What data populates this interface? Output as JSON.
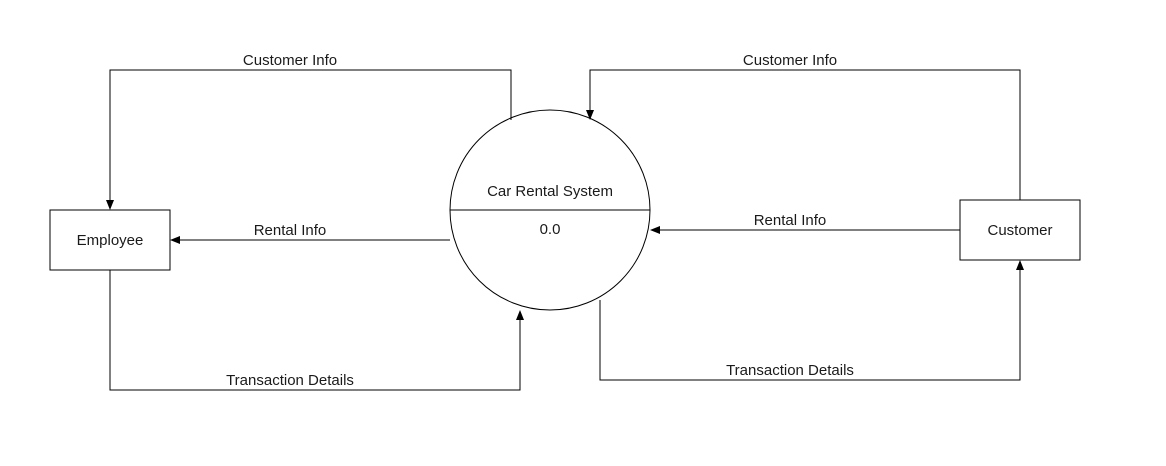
{
  "process": {
    "name": "Car Rental System",
    "id": "0.0"
  },
  "entities": {
    "employee": "Employee",
    "customer": "Customer"
  },
  "flows": {
    "process_to_employee_customer_info": "Customer Info",
    "customer_to_process_customer_info": "Customer Info",
    "process_to_employee_rental_info": "Rental Info",
    "customer_to_process_rental_info": "Rental Info",
    "employee_to_process_transaction": "Transaction Details",
    "process_to_customer_transaction": "Transaction Details"
  },
  "colors": {
    "stroke": "#000000",
    "text": "#1a1a1a",
    "background": "#ffffff"
  }
}
